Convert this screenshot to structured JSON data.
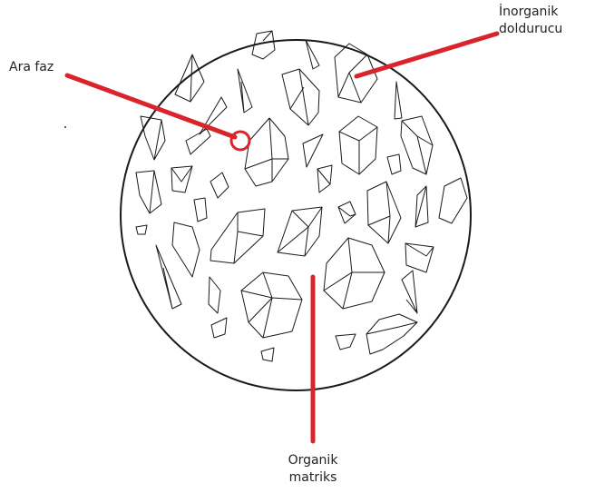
{
  "labels": {
    "interphase": "Ara faz",
    "filler_line1": "İnorganik",
    "filler_line2": "doldurucu",
    "matrix_line1": "Organik",
    "matrix_line2": "matriks"
  },
  "colors": {
    "pointer": "#d9242c",
    "outline": "#1a1a1a"
  }
}
